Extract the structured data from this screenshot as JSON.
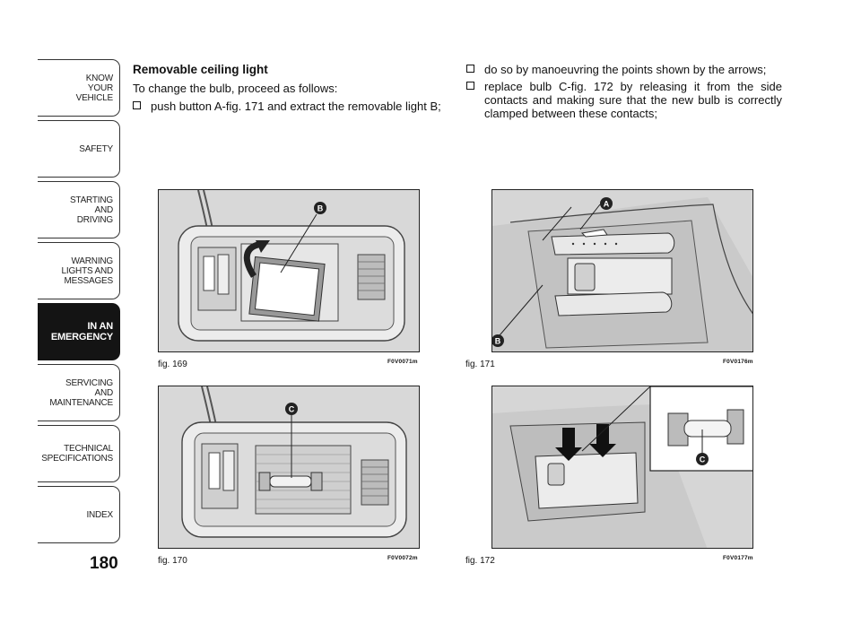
{
  "tabs": [
    {
      "label": "KNOW\nYOUR\nVEHICLE",
      "active": false
    },
    {
      "label": "SAFETY",
      "active": false
    },
    {
      "label": "STARTING\nAND\nDRIVING",
      "active": false
    },
    {
      "label": "WARNING\nLIGHTS AND\nMESSAGES",
      "active": false
    },
    {
      "label": "IN AN\nEMERGENCY",
      "active": true
    },
    {
      "label": "SERVICING\nAND\nMAINTENANCE",
      "active": false
    },
    {
      "label": "TECHNICAL\nSPECIFICATIONS",
      "active": false
    },
    {
      "label": "INDEX",
      "active": false
    }
  ],
  "page_number": "180",
  "left_column": {
    "heading": "Removable ceiling light",
    "intro": "To change the bulb, proceed as follows:",
    "bullets": [
      "push button A-fig. 171 and extract the removable light B;"
    ]
  },
  "right_column": {
    "bullets": [
      "do so by manoeuvring the points shown by the arrows;",
      "replace bulb C-fig. 172 by releasing it from the side contacts and making sure that the new bulb is correctly clamped between these contacts;"
    ]
  },
  "figures": [
    {
      "caption": "fig. 169",
      "code": "F0V0071m",
      "callout": "B"
    },
    {
      "caption": "fig. 171",
      "code": "F0V0176m",
      "callouts": [
        "A",
        "B"
      ]
    },
    {
      "caption": "fig. 170",
      "code": "F0V0072m",
      "callout": "C"
    },
    {
      "caption": "fig. 172",
      "code": "F0V0177m",
      "callout": "C"
    }
  ]
}
